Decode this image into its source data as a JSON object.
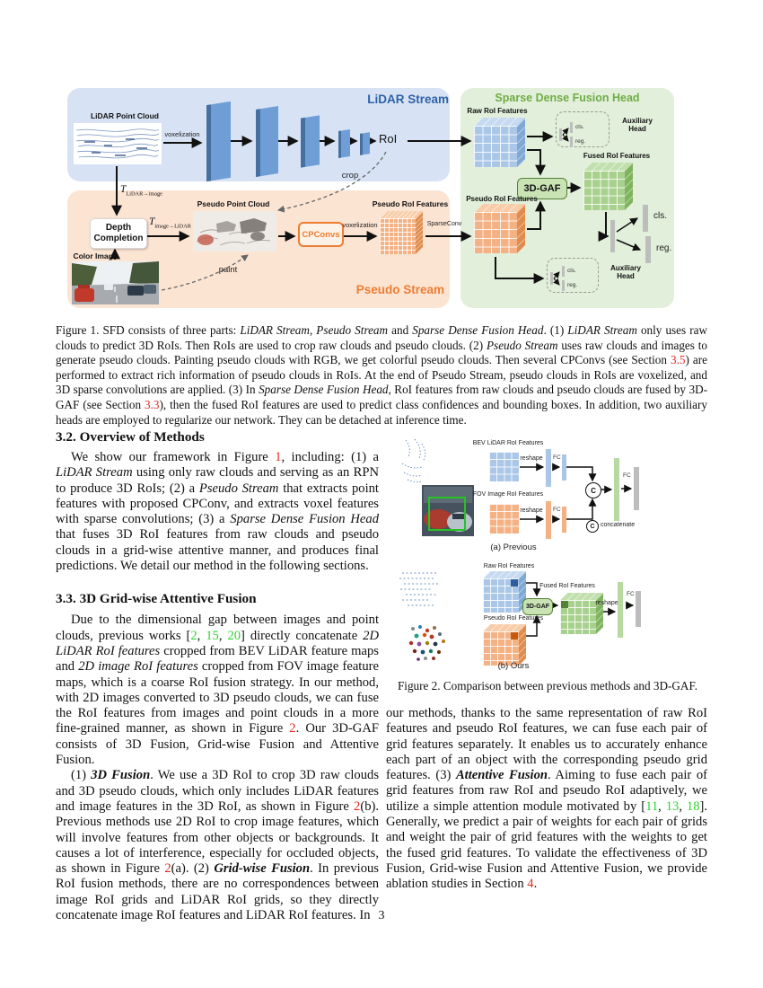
{
  "page_number": "3",
  "colors": {
    "ref_red": "#e02b20",
    "cite_green": "#2fd42f",
    "lidar_blue": "#2e62a8",
    "pseudo_orange": "#ed7d31",
    "fusion_green": "#70ad47",
    "panel_blue": "#d7e3f4",
    "panel_orange": "#fce4d3",
    "panel_green": "#e2efda"
  },
  "figure1": {
    "lidar_stream_title": "LiDAR Stream",
    "pseudo_stream_title": "Pseudo Stream",
    "fusion_head_title": "Sparse Dense Fusion Head",
    "lidar_point_cloud": "LiDAR Point Cloud",
    "voxelization": "voxelization",
    "roi": "RoI",
    "crop": "crop",
    "t_symbol": "T",
    "t_lidar_to_image_sub": "LiDAR→image",
    "t_image_to_lidar_sub": "image→LiDAR",
    "depth_line1": "Depth",
    "depth_line2": "Completion",
    "pseudo_point_cloud": "Pseudo Point Cloud",
    "cpconvs": "CPConvs",
    "pseudo_roi_features": "Pseudo RoI Features",
    "sparseconv": "SparseConv",
    "color_image": "Color Image",
    "paint": "paint",
    "raw_roi_features": "Raw RoI Features",
    "fused_roi_features": "Fused RoI Features",
    "gaf": "3D-GAF",
    "aux_head_line1": "Auxiliary",
    "aux_head_line2": "Head",
    "cls": "cls.",
    "reg": "reg."
  },
  "figure2": {
    "bev_features": "BEV LiDAR RoI Features",
    "fov_features": "FOV Image RoI Features",
    "raw_features": "Raw RoI Features",
    "pseudo_features": "Pseudo RoI Features",
    "fused_features": "Fused RoI Features",
    "reshape": "reshape",
    "fc": "FC",
    "concat_symbol": "C",
    "concat_label": "concatenate",
    "gaf": "3D-GAF",
    "a_caption": "(a) Previous",
    "b_caption": "(b) Ours",
    "caption": "Figure 2. Comparison between previous methods and 3D-GAF."
  },
  "captions": {
    "fig1": [
      {
        "t": "Figure 1. SFD consists of three parts: ",
        "s": "n"
      },
      {
        "t": "LiDAR Stream",
        "s": "i"
      },
      {
        "t": ", ",
        "s": "n"
      },
      {
        "t": "Pseudo Stream",
        "s": "i"
      },
      {
        "t": " and ",
        "s": "n"
      },
      {
        "t": "Sparse Dense Fusion Head",
        "s": "i"
      },
      {
        "t": ".  (1) ",
        "s": "n"
      },
      {
        "t": "LiDAR Stream",
        "s": "i"
      },
      {
        "t": " only uses raw clouds to predict 3D RoIs. Then RoIs are used to crop raw clouds and pseudo clouds.  (2) ",
        "s": "n"
      },
      {
        "t": "Pseudo Stream",
        "s": "i"
      },
      {
        "t": " uses raw clouds and images to generate pseudo clouds. Painting pseudo clouds with RGB, we get colorful pseudo clouds. Then several CPConvs (see Section ",
        "s": "n"
      },
      {
        "t": "3.5",
        "s": "ref"
      },
      {
        "t": ") are performed to extract rich information of pseudo clouds in RoIs. At the end of Pseudo Stream, pseudo clouds in RoIs are voxelized, and 3D sparse convolutions are applied.  (3) In ",
        "s": "n"
      },
      {
        "t": "Sparse Dense Fusion Head",
        "s": "i"
      },
      {
        "t": ", RoI features from raw clouds and pseudo clouds are fused by 3D-GAF (see Section ",
        "s": "n"
      },
      {
        "t": "3.3",
        "s": "ref"
      },
      {
        "t": "), then the fused RoI features are used to predict class confidences and bounding boxes. In addition, two auxiliary heads are employed to regularize our network. They can be detached at inference time.",
        "s": "n"
      }
    ]
  },
  "sections": {
    "s32": {
      "title": "3.2. Overview of Methods",
      "p1": [
        {
          "t": "We show our framework in Figure ",
          "s": "n"
        },
        {
          "t": "1",
          "s": "ref"
        },
        {
          "t": ", including: (1) a ",
          "s": "n"
        },
        {
          "t": "LiDAR Stream",
          "s": "i"
        },
        {
          "t": " using only raw clouds and serving as an RPN to produce 3D RoIs; (2) a ",
          "s": "n"
        },
        {
          "t": "Pseudo Stream",
          "s": "i"
        },
        {
          "t": " that extracts point features with proposed CPConv, and extracts voxel features with sparse convolutions; (3) a ",
          "s": "n"
        },
        {
          "t": "Sparse Dense Fusion Head",
          "s": "i"
        },
        {
          "t": " that fuses 3D RoI features from raw clouds and pseudo clouds in a grid-wise attentive manner, and produces final predictions. We detail our method in the following sections.",
          "s": "n"
        }
      ]
    },
    "s33": {
      "title": "3.3. 3D Grid-wise Attentive Fusion",
      "p1": [
        {
          "t": "Due to the dimensional gap between images and point clouds, previous works [",
          "s": "n"
        },
        {
          "t": "2",
          "s": "cite"
        },
        {
          "t": ", ",
          "s": "n"
        },
        {
          "t": "15",
          "s": "cite"
        },
        {
          "t": ", ",
          "s": "n"
        },
        {
          "t": "20",
          "s": "cite"
        },
        {
          "t": "] directly concatenate ",
          "s": "n"
        },
        {
          "t": "2D LiDAR RoI features",
          "s": "i"
        },
        {
          "t": " cropped from BEV LiDAR feature maps and ",
          "s": "n"
        },
        {
          "t": "2D image RoI features",
          "s": "i"
        },
        {
          "t": " cropped from FOV image feature maps, which is a coarse RoI fusion strategy. In our method, with 2D images converted to 3D pseudo clouds, we can fuse the RoI features from images and point clouds in a more fine-grained manner, as shown in Figure ",
          "s": "n"
        },
        {
          "t": "2",
          "s": "ref"
        },
        {
          "t": ". Our 3D-GAF consists of 3D Fusion, Grid-wise Fusion and Attentive Fusion.",
          "s": "n"
        }
      ],
      "p2": [
        {
          "t": "(1) ",
          "s": "n"
        },
        {
          "t": "3D Fusion",
          "s": "bi"
        },
        {
          "t": ". We use a 3D RoI to crop 3D raw clouds and 3D pseudo clouds, which only includes LiDAR features and image features in the 3D RoI, as shown in Figure ",
          "s": "n"
        },
        {
          "t": "2",
          "s": "ref"
        },
        {
          "t": "(b). Previous methods use 2D RoI to crop image features, which will involve features from other objects or backgrounds. It causes a lot of interference, especially for occluded objects, as shown in Figure ",
          "s": "n"
        },
        {
          "t": "2",
          "s": "ref"
        },
        {
          "t": "(a). (2) ",
          "s": "n"
        },
        {
          "t": "Grid-wise Fusion",
          "s": "bi"
        },
        {
          "t": ". In previous RoI fusion methods, there are no correspondences between image RoI grids and LiDAR RoI grids, so they directly concatenate image RoI features and LiDAR RoI features. In",
          "s": "n"
        }
      ],
      "p3": [
        {
          "t": "our methods, thanks to the same representation of raw RoI features and pseudo RoI features, we can fuse each pair of grid features separately. It enables us to accurately enhance each part of an object with the corresponding pseudo grid features. (3) ",
          "s": "n"
        },
        {
          "t": "Attentive Fusion",
          "s": "bi"
        },
        {
          "t": ". Aiming to fuse each pair of grid features from raw RoI and pseudo RoI adaptively, we utilize a simple attention module motivated by [",
          "s": "n"
        },
        {
          "t": "11",
          "s": "cite"
        },
        {
          "t": ", ",
          "s": "n"
        },
        {
          "t": "13",
          "s": "cite"
        },
        {
          "t": ", ",
          "s": "n"
        },
        {
          "t": "18",
          "s": "cite"
        },
        {
          "t": "]. Generally, we predict a pair of weights for each pair of grids and weight the pair of grid features with the weights to get the fused grid features. To validate the effectiveness of 3D Fusion, Grid-wise Fusion and Attentive Fusion, we provide ablation studies in Section ",
          "s": "n"
        },
        {
          "t": "4",
          "s": "ref"
        },
        {
          "t": ".",
          "s": "n"
        }
      ]
    }
  }
}
